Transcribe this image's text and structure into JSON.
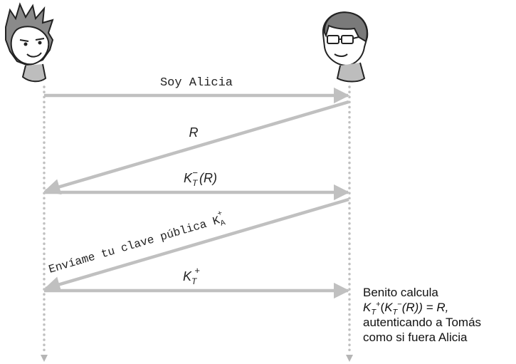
{
  "messages": {
    "m1": "Soy Alicia",
    "m2": "R",
    "m3": {
      "base": "K",
      "sub": "T",
      "sup": "−",
      "arg": "(R)"
    },
    "m4": {
      "text": "Envíame tu clave pública ",
      "key": "K",
      "key_sub": "A",
      "key_sup": "+"
    },
    "m5": {
      "base": "K",
      "sub": "T",
      "sup": "+"
    }
  },
  "note": {
    "line1": "Benito calcula",
    "line2": {
      "k": "K",
      "ksub": "T",
      "ksup": "+",
      "open": "(",
      "k2": "K",
      "k2sub": "T",
      "k2sup": "−",
      "rest": "(R)) = R,"
    },
    "line3": "autenticando a Tomás",
    "line4": "como si fuera Alicia"
  },
  "colors": {
    "arrow": "#c0c0c0",
    "lifeline": "#c0c0c0",
    "text": "#222222"
  }
}
